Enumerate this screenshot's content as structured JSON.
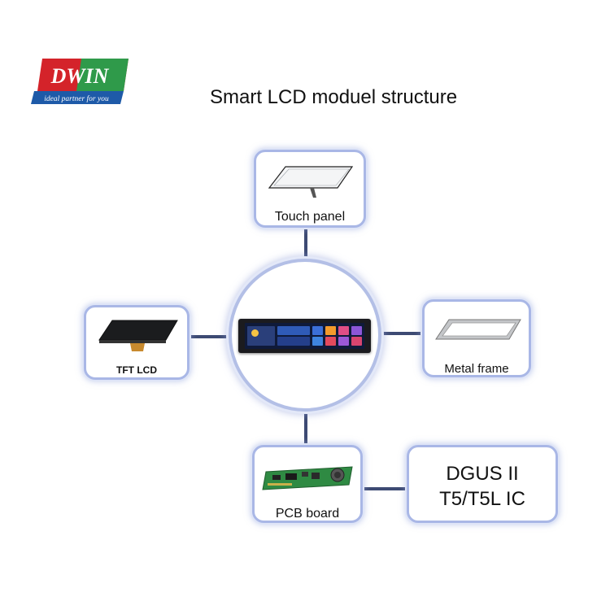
{
  "logo": {
    "brand": "DWIN",
    "tagline": "ideal partner for you"
  },
  "title": "Smart LCD moduel structure",
  "components": {
    "touch_panel": "Touch panel",
    "tft_lcd": "TFT LCD",
    "metal_frame": "Metal frame",
    "pcb_board": "PCB board",
    "ic_line1": "DGUS II",
    "ic_line2": "T5/T5L IC"
  },
  "colors": {
    "border": "#a9b7e6",
    "connector": "#3d4a73",
    "logo_red": "#d4232a",
    "logo_green": "#2f9a4a",
    "logo_blue": "#1e5aa8"
  }
}
